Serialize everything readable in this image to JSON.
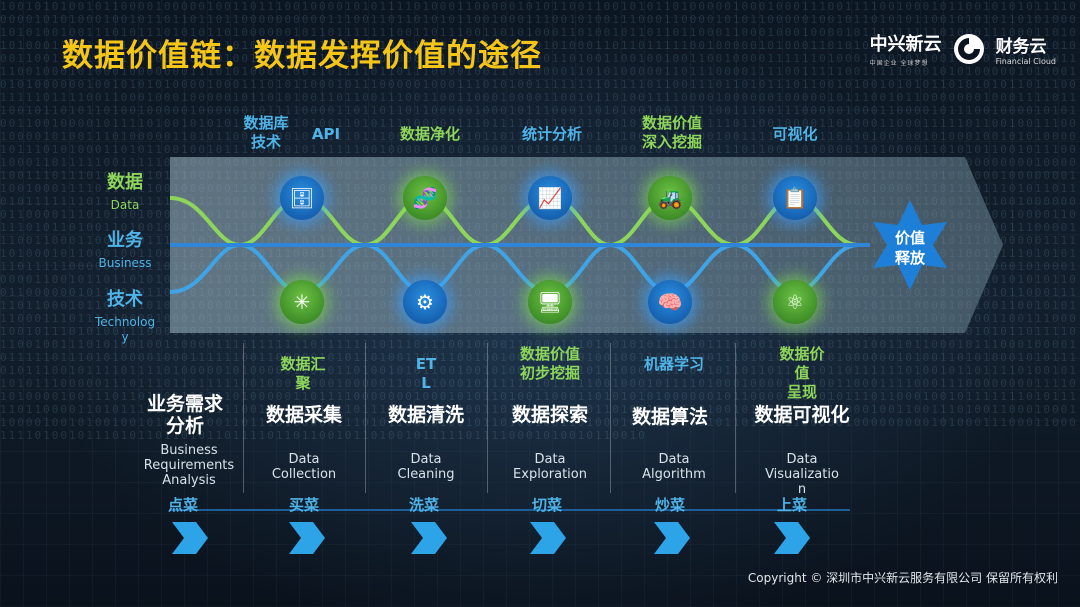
{
  "title": "数据价值链：数据发挥价值的途径",
  "logo": {
    "brand1": "中兴新云",
    "brand1_sub": "中国企业 全球梦想",
    "brand2": "财务云",
    "brand2_sub": "Financial Cloud"
  },
  "rows": [
    {
      "zh": "数据",
      "en": "Data",
      "color": "#8ed65a"
    },
    {
      "zh": "业务",
      "en": "Business",
      "color": "#4fb3e8"
    },
    {
      "zh": "技术",
      "en": "Technolog\ny",
      "color": "#4fb3e8"
    }
  ],
  "top_labels": [
    {
      "text": "数据库\n技术",
      "color": "blue"
    },
    {
      "text": "API",
      "color": "blue"
    },
    {
      "text": "数据净化",
      "color": "green"
    },
    {
      "text": "统计分析",
      "color": "blue"
    },
    {
      "text": "数据价值\n深入挖掘",
      "color": "green"
    },
    {
      "text": "可视化",
      "color": "blue"
    }
  ],
  "icons": {
    "database": "🗄",
    "dna": "🧬",
    "chart": "📈",
    "excavator": "🚜",
    "board": "📋",
    "network": "✳",
    "gears": "⚙",
    "monitor": "🖥",
    "brain": "🧠",
    "atom": "⚛"
  },
  "release": "价值\n释放",
  "stages": [
    {
      "upper": "",
      "title": "业务需求\n分析",
      "en": "Business\nRequirements\nAnalysis",
      "cook": "点菜"
    },
    {
      "upper": "数据汇\n聚",
      "title": "数据采集",
      "en": "Data\nCollection",
      "cook": "买菜"
    },
    {
      "upper": "ET\nL",
      "title": "数据清洗",
      "en": "Data\nCleaning",
      "cook": "洗菜"
    },
    {
      "upper": "数据价值\n初步挖掘",
      "title": "数据探索",
      "en": "Data\nExploration",
      "cook": "切菜"
    },
    {
      "upper": "机器学习",
      "title": "数据算法",
      "en": "Data\nAlgorithm",
      "cook": "炒菜"
    },
    {
      "upper": "数据价\n值\n呈现",
      "title": "数据可视化",
      "en": "Data\nVisualizatio\nn",
      "cook": "上菜"
    }
  ],
  "copyright": "Copyright © 深圳市中兴新云服务有限公司 保留所有权利",
  "colors": {
    "accent_yellow": "#f5c518",
    "green": "#8ed65a",
    "blue": "#4fb3e8"
  }
}
